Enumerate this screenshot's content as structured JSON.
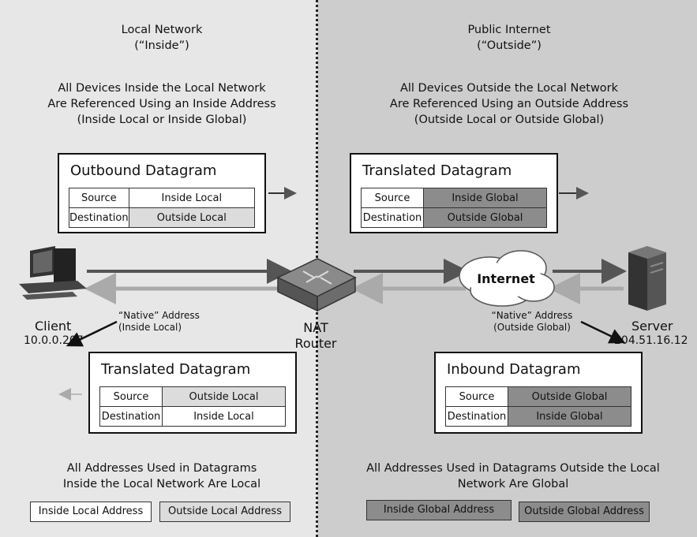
{
  "left": {
    "heading": [
      "Local Network",
      "(“Inside”)"
    ],
    "description": [
      "All Devices Inside the Local Network",
      "Are Referenced Using an Inside Address",
      "(Inside Local or Inside Global)"
    ],
    "footer": [
      "All Addresses Used in Datagrams",
      "Inside the Local Network Are Local"
    ],
    "legend": [
      "Inside Local Address",
      "Outside Local Address"
    ]
  },
  "right": {
    "heading": [
      "Public Internet",
      "(“Outside”)"
    ],
    "description": [
      "All Devices Outside the Local Network",
      "Are Referenced Using an Outside Address",
      "(Outside Local or Outside Global)"
    ],
    "footer": [
      "All Addresses Used in Datagrams Outside the Local",
      "Network Are Global"
    ],
    "legend": [
      "Inside Global Address",
      "Outside Global Address"
    ]
  },
  "datagrams": {
    "outbound": {
      "title": "Outbound Datagram",
      "source_key": "Source",
      "source_val": "Inside Local",
      "dest_key": "Destination",
      "dest_val": "Outside Local"
    },
    "translated_out": {
      "title": "Translated Datagram",
      "source_key": "Source",
      "source_val": "Inside Global",
      "dest_key": "Destination",
      "dest_val": "Outside Global"
    },
    "translated_in": {
      "title": "Translated Datagram",
      "source_key": "Source",
      "source_val": "Outside Local",
      "dest_key": "Destination",
      "dest_val": "Inside Local"
    },
    "inbound": {
      "title": "Inbound Datagram",
      "source_key": "Source",
      "source_val": "Outside Global",
      "dest_key": "Destination",
      "dest_val": "Inside Global"
    }
  },
  "client": {
    "label": "Client",
    "address": "10.0.0.207",
    "native": [
      "“Native” Address",
      "(Inside Local)"
    ]
  },
  "server": {
    "label": "Server",
    "address": "204.51.16.12",
    "native": [
      "“Native” Address",
      "(Outside Global)"
    ]
  },
  "router": {
    "label": [
      "NAT",
      "Router"
    ]
  },
  "cloud": {
    "label": "Internet"
  },
  "colors": {
    "local_shade": "#dcdcdc",
    "global_shade": "#8c8c8c",
    "left_bg": "#e7e7e7",
    "right_bg": "#cdcdcd"
  }
}
